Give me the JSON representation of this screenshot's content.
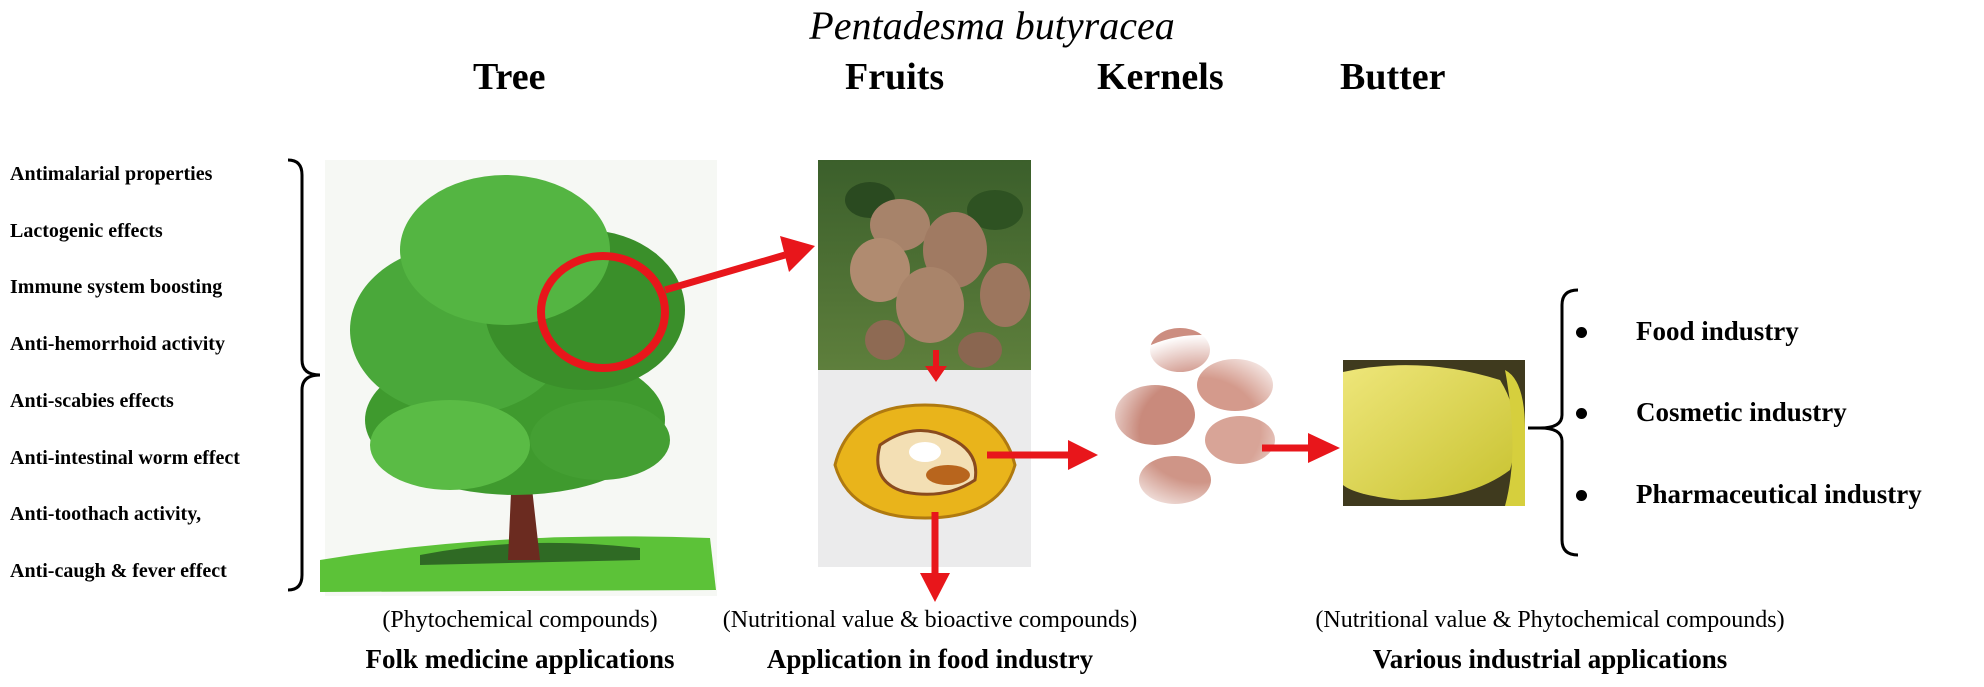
{
  "title": "Pentadesma butyracea",
  "stages": {
    "tree": "Tree",
    "fruits": "Fruits",
    "kernels": "Kernels",
    "butter": "Butter"
  },
  "folk_uses": [
    "Antimalarial properties",
    "Lactogenic effects",
    "Immune system boosting",
    "Anti-hemorrhoid activity",
    "Anti-scabies effects",
    "Anti-intestinal worm effect",
    "Anti-toothach activity,",
    "Anti-caugh & fever effect"
  ],
  "industries": [
    "Food industry",
    "Cosmetic industry",
    "Pharmaceutical industry"
  ],
  "notes": {
    "tree": "(Phytochemical compounds)",
    "fruits": "(Nutritional value & bioactive compounds)",
    "butter": "(Nutritional value & Phytochemical compounds)"
  },
  "applications": {
    "tree": "Folk medicine applications",
    "fruits": "Application in food industry",
    "butter": "Various industrial applications"
  },
  "colors": {
    "arrow": "#e8161b",
    "foliage": "#3f9a2e",
    "trunk": "#6b2b20",
    "grass": "#5cc238",
    "fruit_skin": "#a7836a",
    "fruit_flesh": "#e9b41b",
    "kernel": "#d49a8c",
    "butter": "#dcd64a"
  }
}
